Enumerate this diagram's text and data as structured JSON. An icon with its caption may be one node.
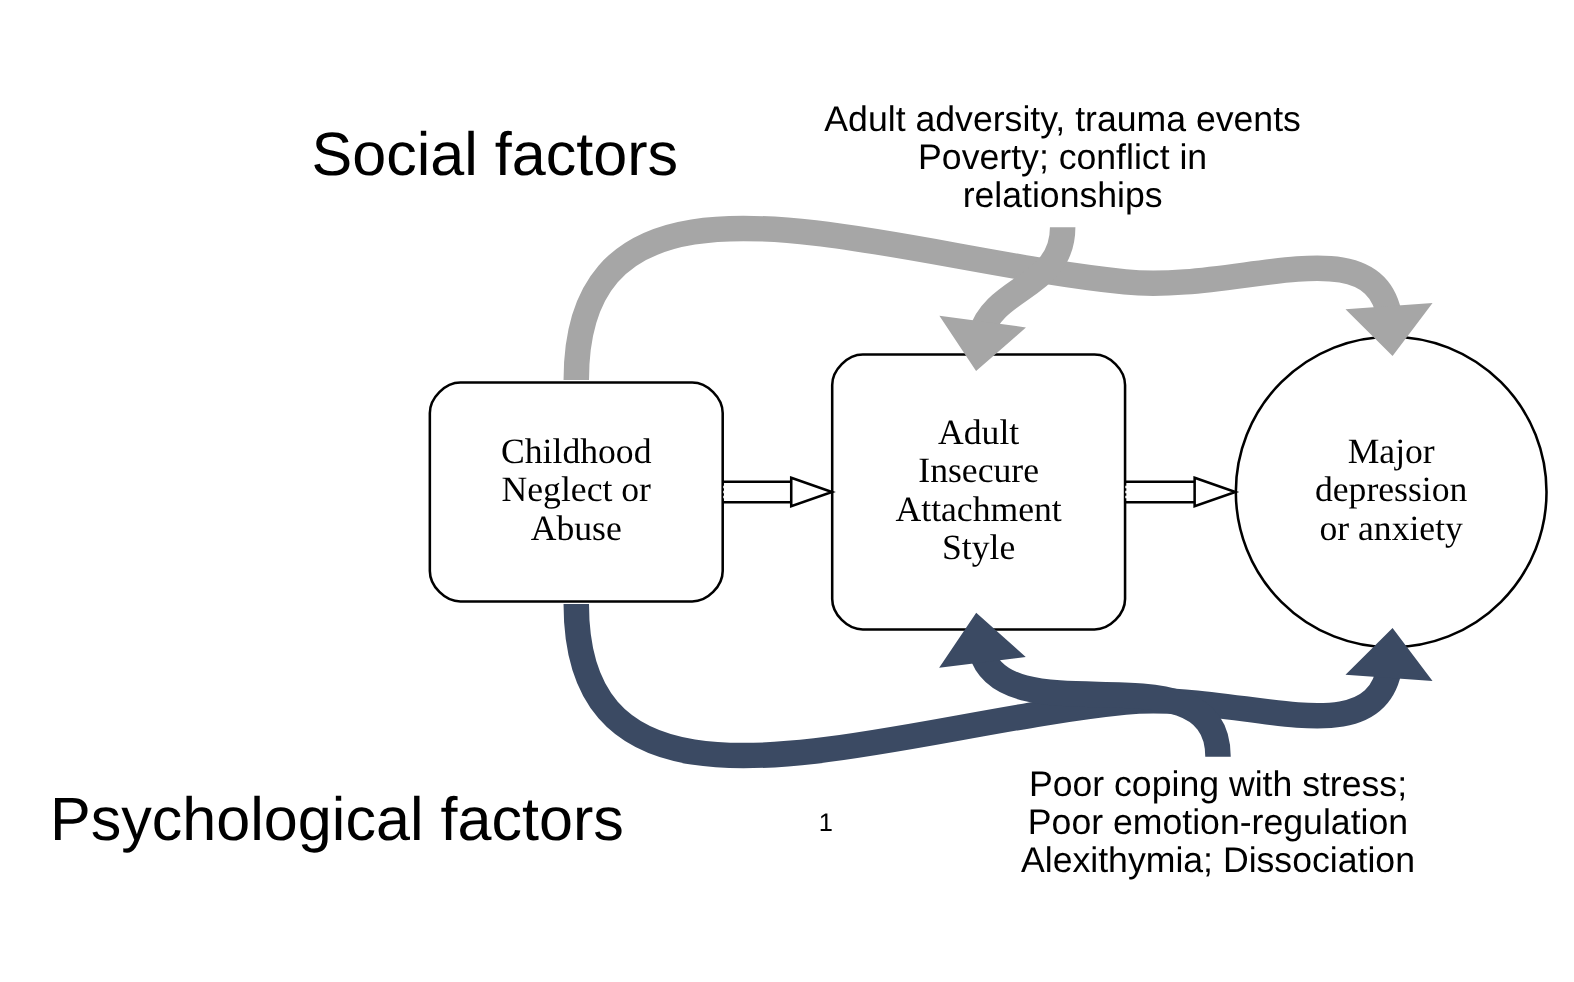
{
  "diagram": {
    "nodes": [
      {
        "text": [
          "Childhood Neglect or Abuse"
        ]
      },
      {
        "text": [
          "Adult Insecure Attachment Style"
        ]
      },
      {
        "text": [
          "Major depression or anxiety"
        ]
      },
      {
        "text": [
          "Adult adversity, trauma events Poverty; conflict in relationships"
        ]
      },
      {
        "text": [
          "Poor coping with stress; Poor emotion-regulation Alexithymia; Dissociation"
        ]
      }
    ],
    "edges": [
      {
        "from": 0,
        "to": 1,
        "arrow": "to"
      },
      {
        "from": 1,
        "to": 2,
        "arrow": "to"
      },
      {
        "from": 3,
        "to": 1,
        "arrow": "to",
        "color": "#a6a6a6"
      },
      {
        "from": 4,
        "to": 1,
        "arrow": "to",
        "color": "#3b4a63"
      },
      {
        "from": 0,
        "to": 2,
        "arrow": "to",
        "color": "#a6a6a6"
      },
      {
        "from": 0,
        "to": 2,
        "arrow": "to",
        "color": "#3b4a63"
      }
    ],
    "labels": [
      "Social factors",
      "Psychological factors",
      "1"
    ]
  }
}
